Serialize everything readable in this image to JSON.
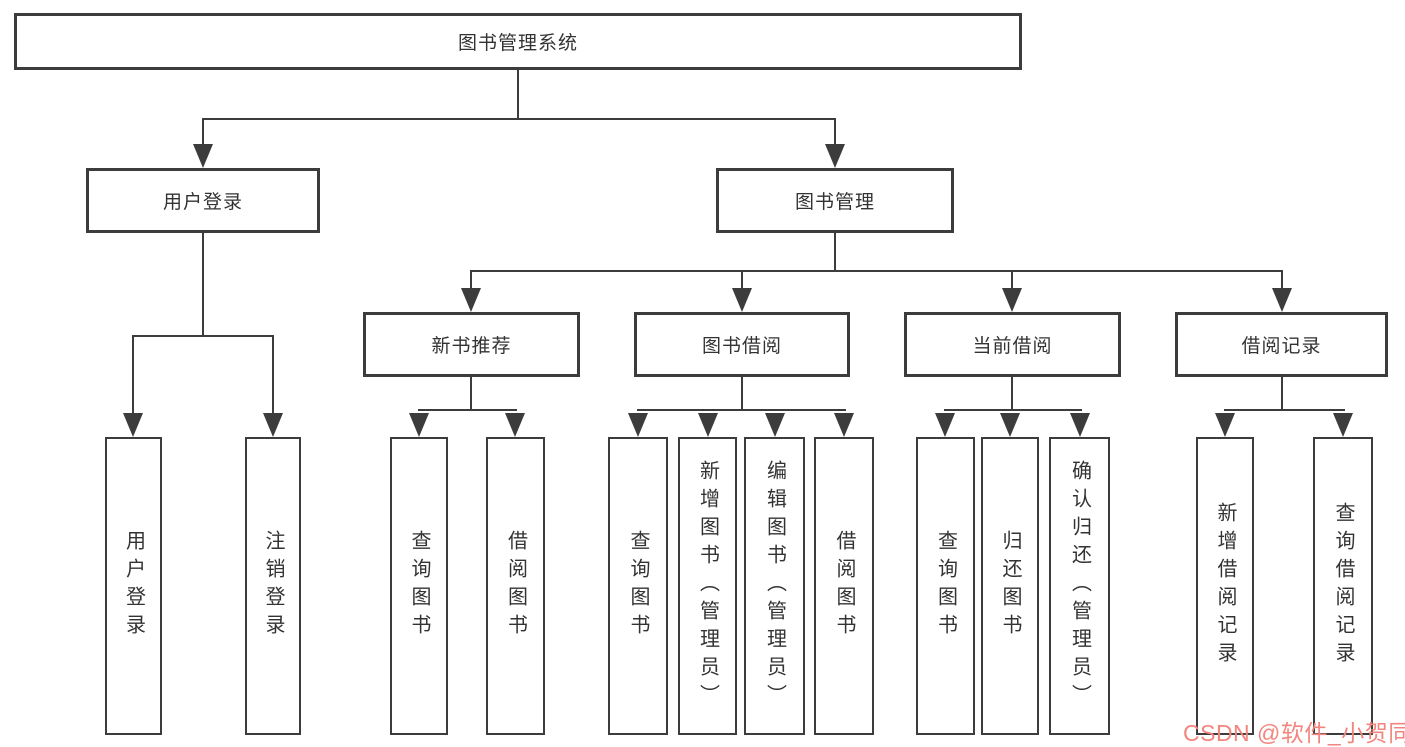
{
  "diagram": {
    "root": "图书管理系统",
    "branches": {
      "user": {
        "label": "用户登录",
        "children": [
          "用户登录",
          "注销登录"
        ]
      },
      "book": {
        "label": "图书管理",
        "sections": [
          {
            "label": "新书推荐",
            "children": [
              "查询图书",
              "借阅图书"
            ]
          },
          {
            "label": "图书借阅",
            "children": [
              "查询图书",
              "新增图书（管理员）",
              "编辑图书（管理员）",
              "借阅图书"
            ]
          },
          {
            "label": "当前借阅",
            "children": [
              "查询图书",
              "归还图书",
              "确认归还（管理员）"
            ]
          },
          {
            "label": "借阅记录",
            "children": [
              "新增借阅记录",
              "查询借阅记录"
            ]
          }
        ]
      }
    },
    "colors": {
      "line": "#3c3c3c",
      "text": "#333333",
      "watermark": "#f2867e",
      "background": "#ffffff"
    },
    "watermark": {
      "text": "CSDN @软件_小贺同学",
      "color": "#f2867e"
    }
  }
}
